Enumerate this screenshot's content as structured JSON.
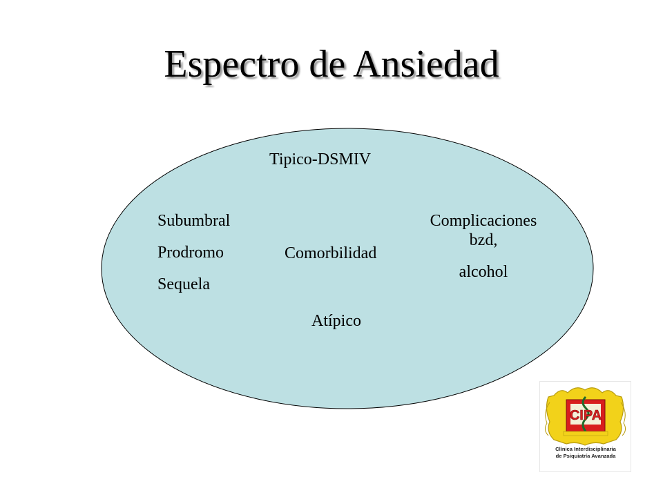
{
  "slide": {
    "title": "Espectro de Ansiedad"
  },
  "diagram": {
    "fill_color": "#bde0e3",
    "stroke_color": "#000000",
    "top_label": "Tipico-DSMIV",
    "left_labels": [
      "Subumbral",
      "Prodromo",
      "Sequela"
    ],
    "center_label": "Comorbilidad",
    "right_labels": [
      "Complicaciones",
      "bzd,",
      "alcohol"
    ],
    "bottom_label": "Atípico"
  },
  "logo": {
    "brand_text": "CIPA",
    "caption_line1": "Clínica Interdisciplinaria",
    "caption_line2": "de Psiquiatría Avanzada",
    "gold_color": "#f2d21a",
    "red_color": "#d81e1e"
  }
}
